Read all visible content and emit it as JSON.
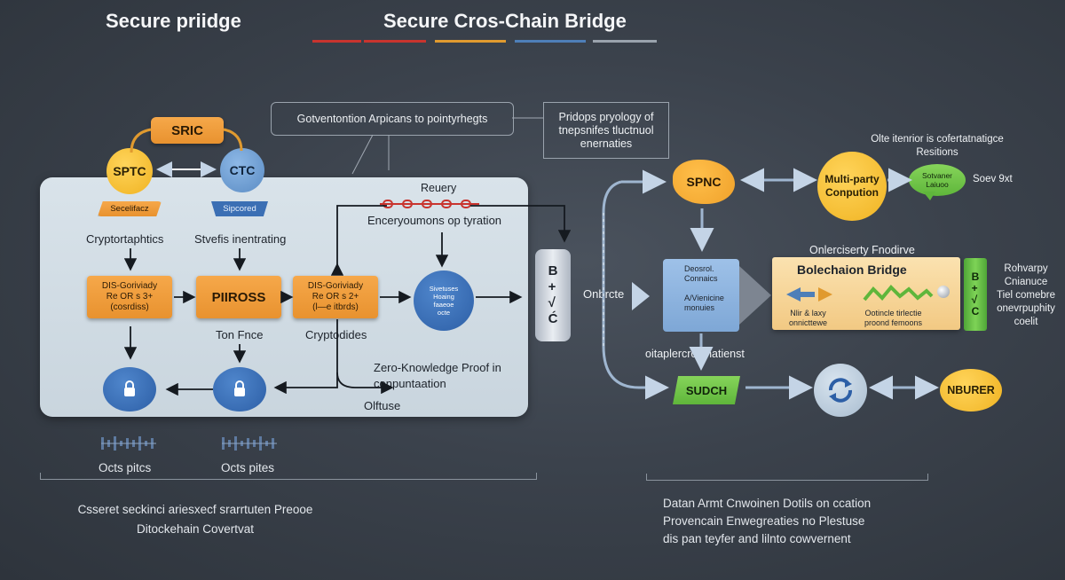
{
  "header": {
    "left_title": "Secure priidge",
    "center_title": "Secure Cros-Chain Bridge"
  },
  "colors": {
    "bar1": "#c8342e",
    "bar2": "#e09a2f",
    "bar3": "#4e7fb8",
    "bar4": "#9aa3ad"
  },
  "left": {
    "srtc": "SRIC",
    "sptc": "SPTC",
    "ctc": "CTC",
    "sec_tag": "Secelifacz",
    "sec_tag2": "Sipcored",
    "crypto_label": "Cryptortaphtics",
    "stvefis_label": "Stvefis inentrating",
    "box1": "DIS-Goriviady\nRe OR s 3+\n(cosrdiss)",
    "pirross": "PIIROSS",
    "box2": "DIS-Goriviady\nRe OR s 2+\n(l—e itbrds)",
    "ton_label": "Ton Fnce",
    "crypto2_label": "Cryptodides",
    "reuery": "Reuery",
    "encryp_label": "Enceryoumons op tyration",
    "blue_circle": "Sivetuses\nHoaing\nfaaeoe\nocte",
    "zkp_label": "Zero-Knowledge Proof in\nconpuntaation",
    "olftuse": "Olftuse",
    "octs1": "Octs pitcs",
    "octs2": "Octs pites",
    "footer": "Csseret seckinci ariesxecf srarrtuten Preooe\nDitockehain Covertvat"
  },
  "center": {
    "note1": "Gotventontion Arpicans to pointyrhegts",
    "note2": "Pridops pryology of\ntnepsnifes tluctnuol\nenernaties",
    "pillar": "B\n+\n√\nĆ",
    "onbrcte": "Onbrcte"
  },
  "right": {
    "spnc": "SPNC",
    "mpc": "Multi-party\nConpution",
    "bubble": "Sotvaner\nLaiuoo",
    "sosv": "Soev 9xt",
    "olte": "Olte itenrior is cofertatnatigce\nResitions",
    "oriercierty": "Onlerciserty Fnodirve",
    "blue_side": "Deosrol.\nConnaics\n\nA/Vienicine\nmonuies",
    "bridge_title": "Bolechaion Bridge",
    "bridge_left": "Nlir & laxy\nonnicttewe",
    "bridge_right": "Ootincle tirlectie\nproond femoons",
    "small_pillar": "B\n+\n√\nC",
    "rkv": "Rohvarpy\nCnianuce\nTiel comebre\nonevrpuphity\ncoelit",
    "oitap": "oitaplercrcömatienst",
    "sudch": "SUDCH",
    "nburer": "NBURER",
    "footer": "Datan Armt Cnwoinen Dotils on ccation\nProvencain Enwegreaties no Plestuse\ndis pan teyfer and lilnto cowvernent"
  }
}
